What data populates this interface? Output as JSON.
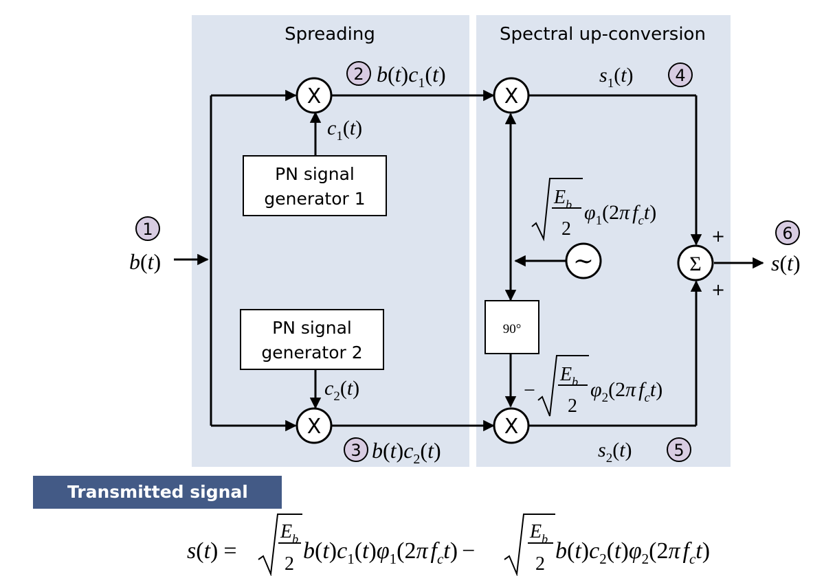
{
  "sections": {
    "spreading": "Spreading",
    "upconversion": "Spectral up-conversion"
  },
  "markers": [
    "1",
    "2",
    "3",
    "4",
    "5",
    "6"
  ],
  "blocks": {
    "pn1": [
      "PN signal",
      "generator 1"
    ],
    "pn2": [
      "PN signal",
      "generator 2"
    ],
    "mixer": "X",
    "sum": "Σ",
    "oscillator": "∼",
    "phase_shift": "90°"
  },
  "signs": {
    "top": "+",
    "bottom": "+"
  },
  "signals": {
    "input": {
      "b": "b",
      "t": "t"
    },
    "code1": {
      "c": "c",
      "sub": "1",
      "t": "t"
    },
    "code2": {
      "c": "c",
      "sub": "2",
      "t": "t"
    },
    "spread1": {
      "b": "b",
      "c": "c",
      "sub": "1",
      "t": "t"
    },
    "spread2": {
      "b": "b",
      "c": "c",
      "sub": "2",
      "t": "t"
    },
    "s1": {
      "s": "s",
      "sub": "1",
      "t": "t"
    },
    "s2": {
      "s": "s",
      "sub": "2",
      "t": "t"
    },
    "output": {
      "s": "s",
      "t": "t"
    },
    "carrier1": {
      "E": "E",
      "Esub": "b",
      "den": "2",
      "phi": "φ",
      "sub": "1",
      "pi": "π",
      "f": "f",
      "fsub": "c",
      "t": "t",
      "two": "2"
    },
    "carrier2": {
      "minus": "−",
      "E": "E",
      "Esub": "b",
      "den": "2",
      "phi": "φ",
      "sub": "2",
      "pi": "π",
      "f": "f",
      "fsub": "c",
      "t": "t",
      "two": "2"
    }
  },
  "transmitted_title": "Transmitted signal",
  "equation": {
    "lhs_s": "s",
    "t": "t",
    "eq": "=",
    "minus": "−",
    "E": "E",
    "Esub": "b",
    "den": "2",
    "b": "b",
    "c": "c",
    "sub1": "1",
    "sub2": "2",
    "phi": "φ",
    "pi": "π",
    "f": "f",
    "fsub": "c",
    "two": "2"
  },
  "colors": {
    "panel": "#dde4ef",
    "marker_fill": "#d8cce2",
    "banner": "#435a86"
  }
}
